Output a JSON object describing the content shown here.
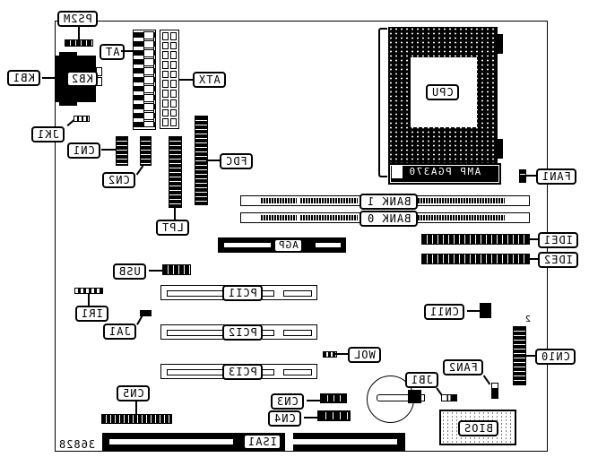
{
  "diagram": {
    "title": "Mainboard component layout (mirrored view)",
    "figure_number": "36828",
    "mirrored": true,
    "cn10_pin_marker": "2",
    "components": {
      "ps2m": "PS2M",
      "kb1": "KB1",
      "kb2": "KB2",
      "at": "AT",
      "atx": "ATX",
      "jk1": "JK1",
      "cn1": "CN1",
      "cn2": "CN2",
      "fdc": "FDC",
      "lpt": "LPT",
      "cpu": "CPU",
      "socket": "AMP PGA370",
      "fan1": "FAN1",
      "bank1": "BANK 1",
      "bank0": "BANK 0",
      "agp": "AGP",
      "ide1": "IDE1",
      "ide2": "IDE2",
      "usb": "USB",
      "ir1": "IR1",
      "ja1": "JA1",
      "pci1": "PCI1",
      "pci2": "PCI2",
      "pci3": "PCI3",
      "cn11": "CN11",
      "cn10": "CN10",
      "wol": "WOL",
      "fan2": "FAN2",
      "jb1": "JB1",
      "cn3": "CN3",
      "cn4": "CN4",
      "cn5": "CN5",
      "isa1": "ISA1",
      "bios": "BIOS"
    }
  }
}
